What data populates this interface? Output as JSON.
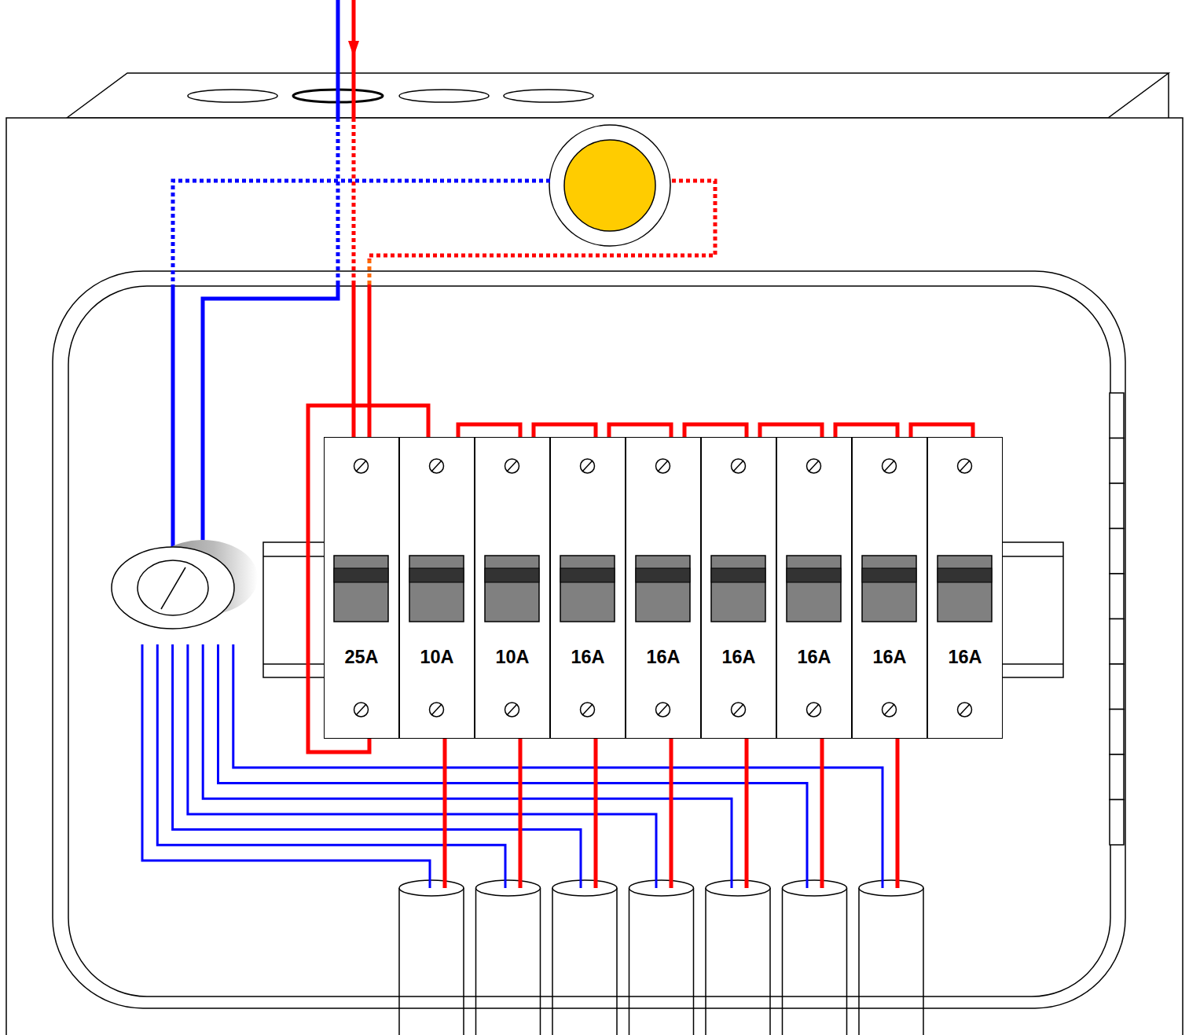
{
  "diagram": {
    "nodes": [
      {
        "text": [
          "25A"
        ]
      },
      {
        "text": [
          "10A"
        ]
      },
      {
        "text": [
          "10A"
        ]
      },
      {
        "text": [
          "16A"
        ]
      },
      {
        "text": [
          "16A"
        ]
      },
      {
        "text": [
          "16A"
        ]
      },
      {
        "text": [
          "16A"
        ]
      },
      {
        "text": [
          "16A"
        ]
      },
      {
        "text": [
          "16A"
        ]
      }
    ],
    "edges": [
      {
        "from": 0,
        "to": 1,
        "arrow": "none"
      },
      {
        "from": 1,
        "to": 2,
        "arrow": "none"
      },
      {
        "from": 2,
        "to": 3,
        "arrow": "none"
      },
      {
        "from": 3,
        "to": 4,
        "arrow": "none"
      },
      {
        "from": 4,
        "to": 5,
        "arrow": "none"
      },
      {
        "from": 5,
        "to": 6,
        "arrow": "none"
      },
      {
        "from": 6,
        "to": 7,
        "arrow": "none"
      },
      {
        "from": 7,
        "to": 8,
        "arrow": "none"
      }
    ]
  }
}
